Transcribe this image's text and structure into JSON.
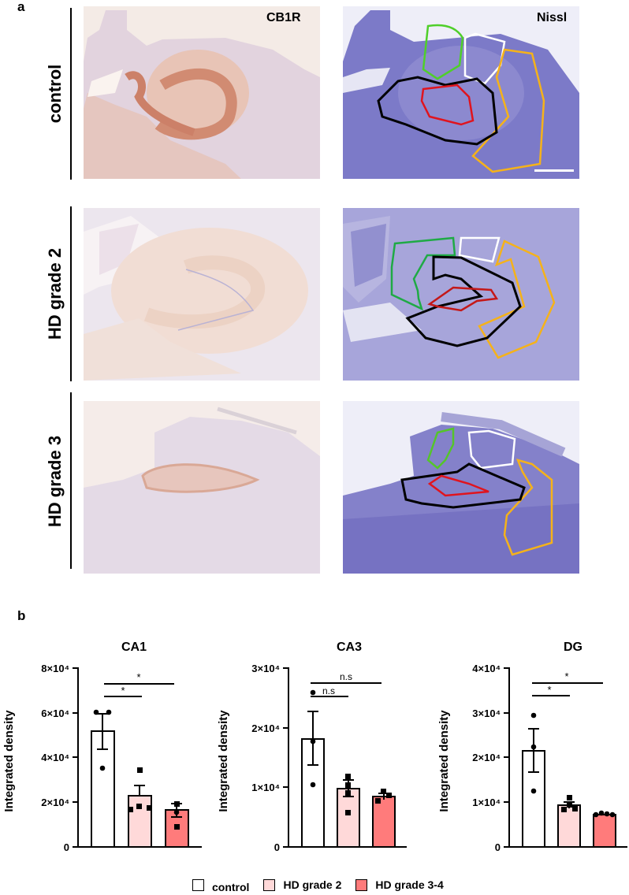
{
  "panel_a": {
    "letter": "a",
    "column_labels": [
      "CB1R",
      "Nissl"
    ],
    "rows": [
      {
        "label": "control"
      },
      {
        "label": "HD grade 2"
      },
      {
        "label": "HD grade 3"
      }
    ],
    "roi_colors": {
      "green": "#3fbf2a",
      "white": "#ffffff",
      "orange": "#f5b21a",
      "black": "#000000",
      "red": "#e0141e"
    },
    "stain_colors": {
      "cb1r_bg": "#f3e7e1",
      "cb1r_tissue": "#e6d4dc",
      "cb1r_brown": "#d79b83",
      "nissl_bg": "#eeeef8",
      "nissl_tissue": "#7b79c6"
    }
  },
  "panel_b": {
    "letter": "b",
    "legend": [
      {
        "label": "control",
        "color": "#ffffff"
      },
      {
        "label": "HD grade 2",
        "color": "#ffd9d9"
      },
      {
        "label": "HD grade 3-4",
        "color": "#ff7b7b"
      }
    ]
  },
  "chart_data": [
    {
      "type": "bar",
      "title": "CA1",
      "xlabel": "",
      "ylabel": "Integrated density",
      "ylim": [
        0,
        80000
      ],
      "yticks": [
        0,
        20000,
        40000,
        60000,
        80000
      ],
      "ytick_labels": [
        "0",
        "2×10⁴",
        "4×10⁴",
        "6×10⁴",
        "8×10⁴"
      ],
      "categories": [
        "control",
        "HD grade 2",
        "HD grade 3-4"
      ],
      "values": [
        52000,
        23000,
        16500
      ],
      "sem": [
        8300,
        4500,
        3000
      ],
      "points": [
        [
          60500,
          60500,
          35500
        ],
        [
          36000,
          18000,
          20000,
          20000
        ],
        [
          22000,
          17000,
          11000
        ]
      ],
      "significance": [
        {
          "from": 0,
          "to": 1,
          "label": "*"
        },
        {
          "from": 0,
          "to": 2,
          "label": "*"
        }
      ]
    },
    {
      "type": "bar",
      "title": "CA3",
      "xlabel": "",
      "ylabel": "Integrated density",
      "ylim": [
        0,
        30000
      ],
      "yticks": [
        0,
        10000,
        20000,
        30000
      ],
      "ytick_labels": [
        "0",
        "1×10⁴",
        "2×10⁴",
        "3×10⁴"
      ],
      "categories": [
        "control",
        "HD grade 2",
        "HD grade 3-4"
      ],
      "values": [
        18000,
        9800,
        8500
      ],
      "sem": [
        4600,
        1400,
        500
      ],
      "points": [
        [
          26000,
          18500,
          10500
        ],
        [
          12500,
          11000,
          9500,
          6000
        ],
        [
          9500,
          8700,
          7800
        ]
      ],
      "significance": [
        {
          "from": 0,
          "to": 1,
          "label": "n.s"
        },
        {
          "from": 0,
          "to": 2,
          "label": "n.s"
        }
      ]
    },
    {
      "type": "bar",
      "title": "DG",
      "xlabel": "",
      "ylabel": "Integrated density",
      "ylim": [
        0,
        40000
      ],
      "yticks": [
        0,
        10000,
        20000,
        30000,
        40000
      ],
      "ytick_labels": [
        "0",
        "1×10⁴",
        "2×10⁴",
        "3×10⁴",
        "4×10⁴"
      ],
      "categories": [
        "control",
        "HD grade 2",
        "HD grade 3-4"
      ],
      "values": [
        21500,
        9300,
        7200
      ],
      "sem": [
        5000,
        700,
        200
      ],
      "points": [
        [
          29500,
          22500,
          12500
        ],
        [
          11000,
          9500,
          8500,
          8000
        ],
        [
          7300,
          7500,
          7400
        ]
      ],
      "significance": [
        {
          "from": 0,
          "to": 1,
          "label": "*"
        },
        {
          "from": 0,
          "to": 2,
          "label": "*"
        }
      ]
    }
  ]
}
